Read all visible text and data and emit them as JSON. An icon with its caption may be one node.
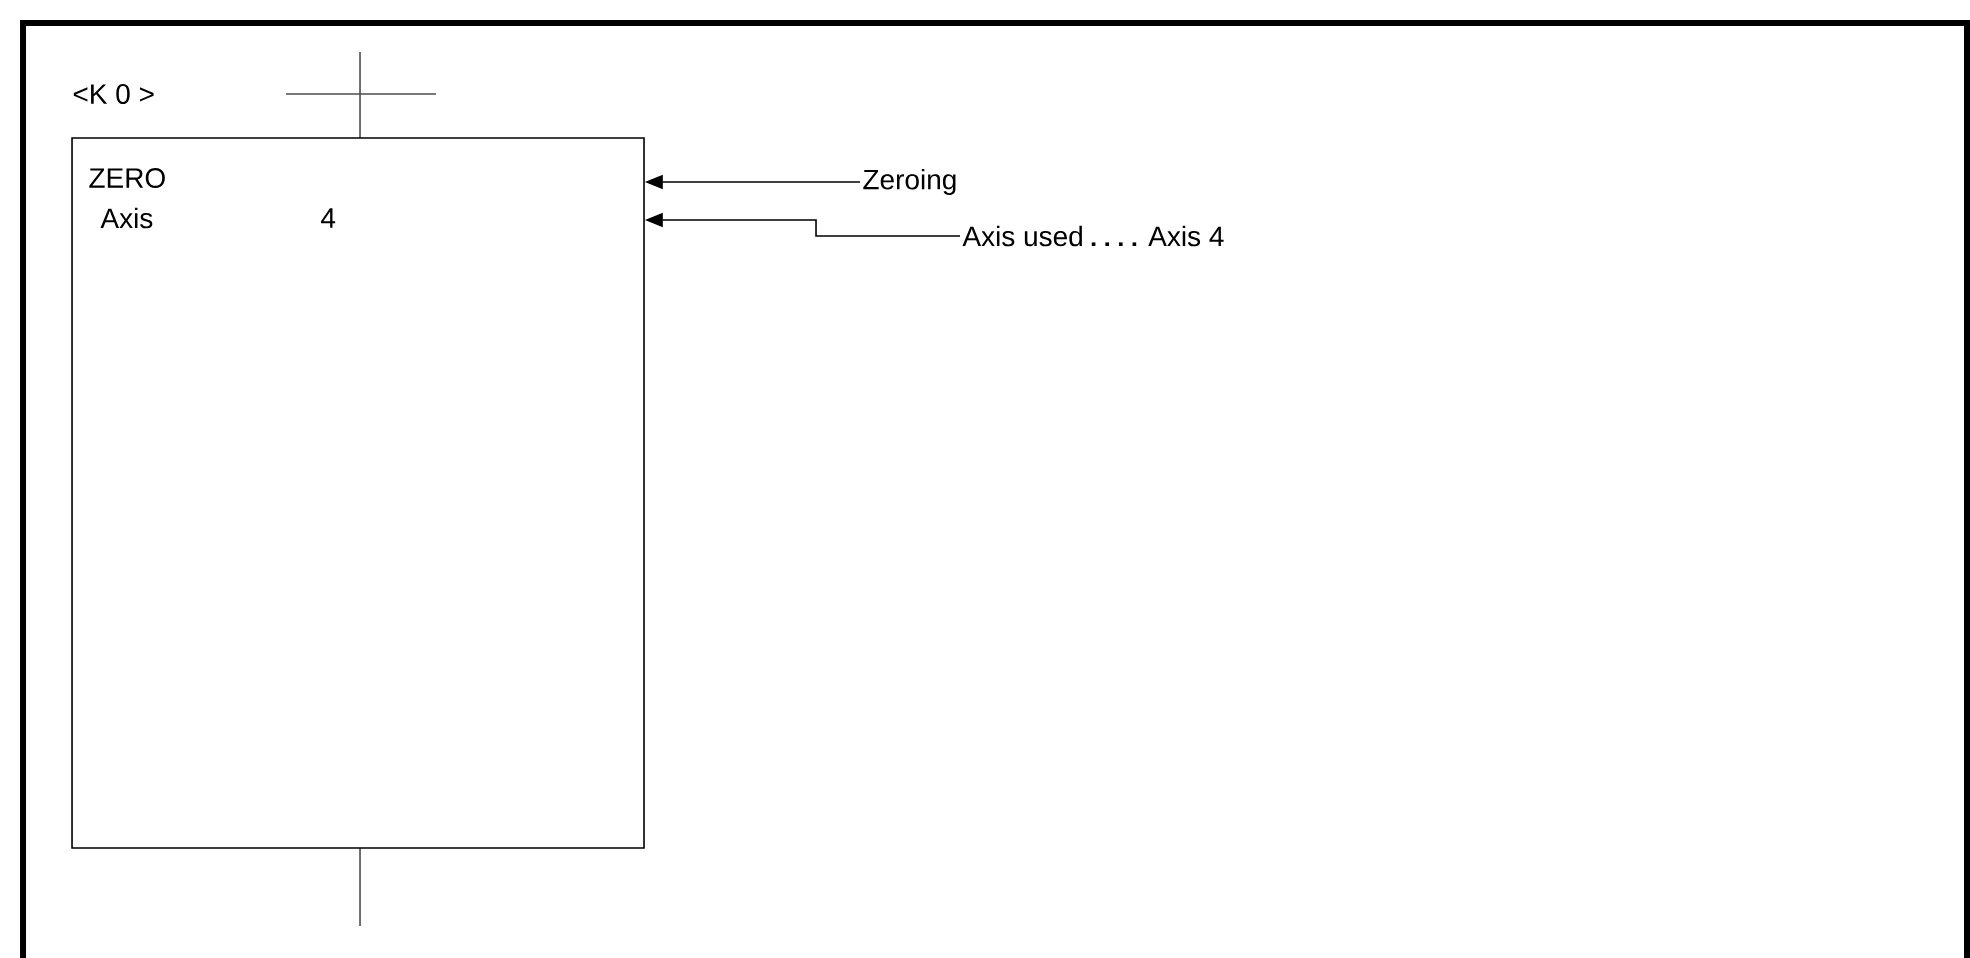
{
  "diagram": {
    "nodes": [
      {
        "text": [
          "ZERO",
          "Axis",
          "4"
        ]
      },
      {
        "text": [
          "Zeroing"
        ]
      },
      {
        "text": [
          "Axis used",
          "Axis 4"
        ]
      }
    ],
    "edges": [
      {
        "from": 1,
        "to": 0,
        "arrow": "to"
      },
      {
        "from": 2,
        "to": 0,
        "arrow": "to"
      }
    ],
    "labels": [
      "<K 0 >"
    ]
  }
}
